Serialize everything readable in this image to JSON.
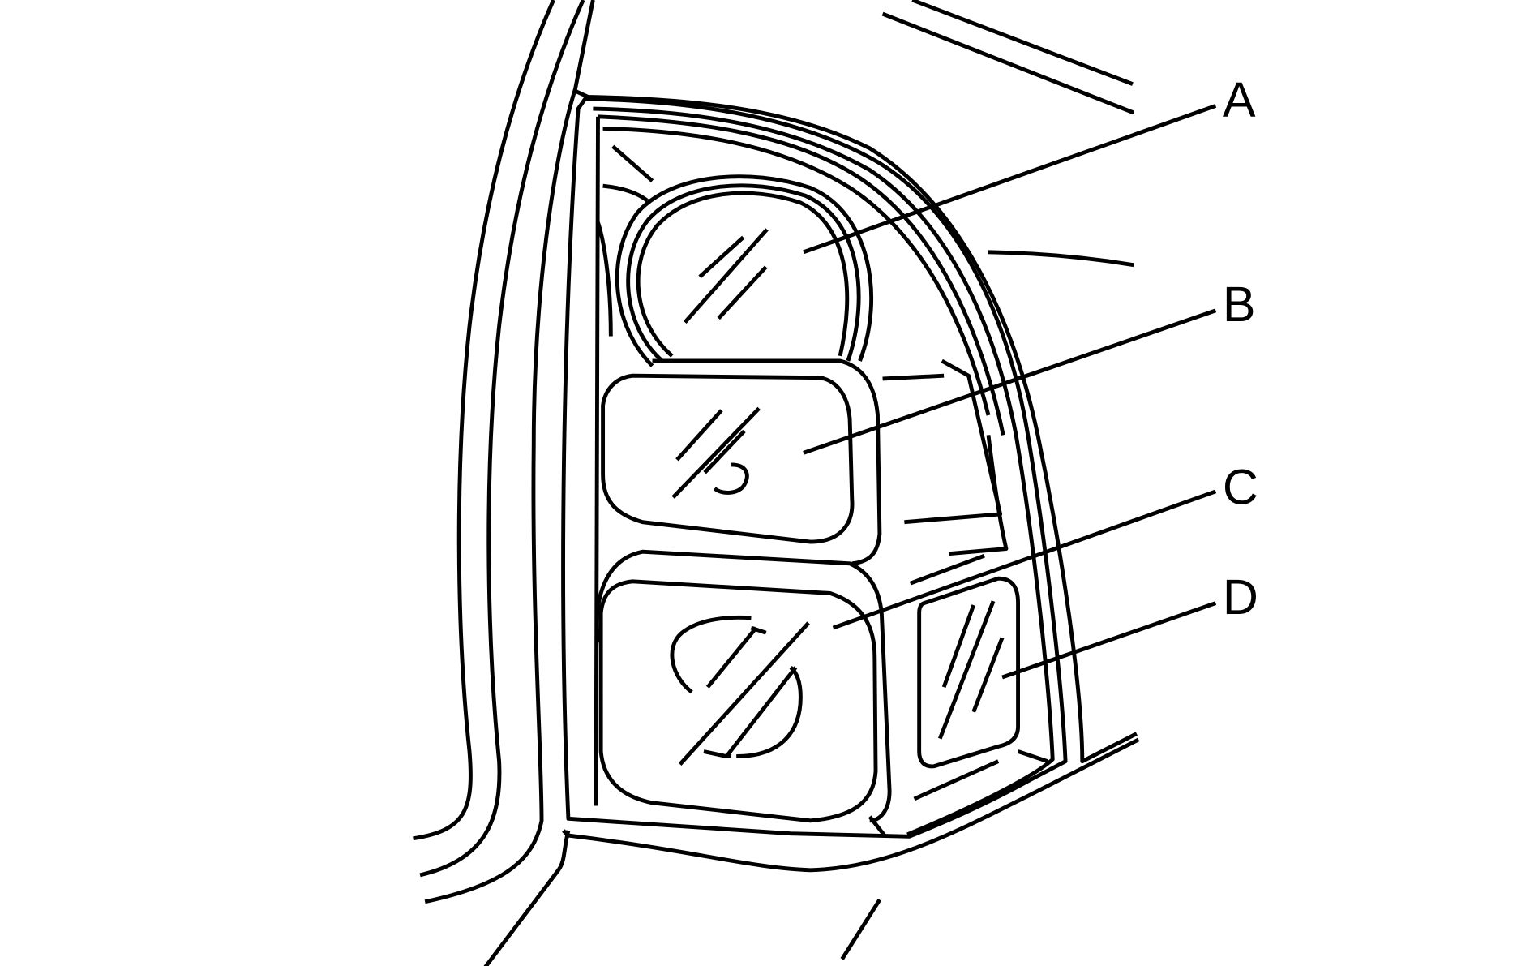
{
  "diagram": {
    "subject": "Tail lamp assembly",
    "line_color": "#000000",
    "background_color": "#ffffff",
    "callouts": [
      {
        "id": "A",
        "label": "A",
        "target": "upper round lamp lens"
      },
      {
        "id": "B",
        "label": "B",
        "target": "upper-middle rectangular lamp lens"
      },
      {
        "id": "C",
        "label": "C",
        "target": "lower large rectangular lamp lens with round reflector"
      },
      {
        "id": "D",
        "label": "D",
        "target": "small side lamp lens"
      }
    ]
  }
}
